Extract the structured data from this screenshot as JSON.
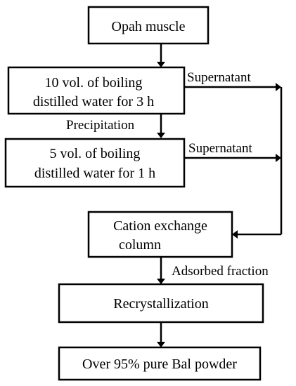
{
  "diagram": {
    "nodes": {
      "opah_muscle": {
        "label": "Opah muscle"
      },
      "boiling_10vol": {
        "line1": "10 vol. of boiling",
        "line2": "distilled water for 3 h"
      },
      "boiling_5vol": {
        "line1": "5 vol. of boiling",
        "line2": "distilled water for 1 h"
      },
      "cation_exchange": {
        "line1": "Cation exchange",
        "line2": "column"
      },
      "recrystallization": {
        "label": "Recrystallization"
      },
      "final_product": {
        "label": "Over 95% pure Bal powder"
      }
    },
    "edges": {
      "supernatant_1": "Supernatant",
      "precipitation": "Precipitation",
      "supernatant_2": "Supernatant",
      "adsorbed_fraction": "Adsorbed fraction"
    }
  }
}
